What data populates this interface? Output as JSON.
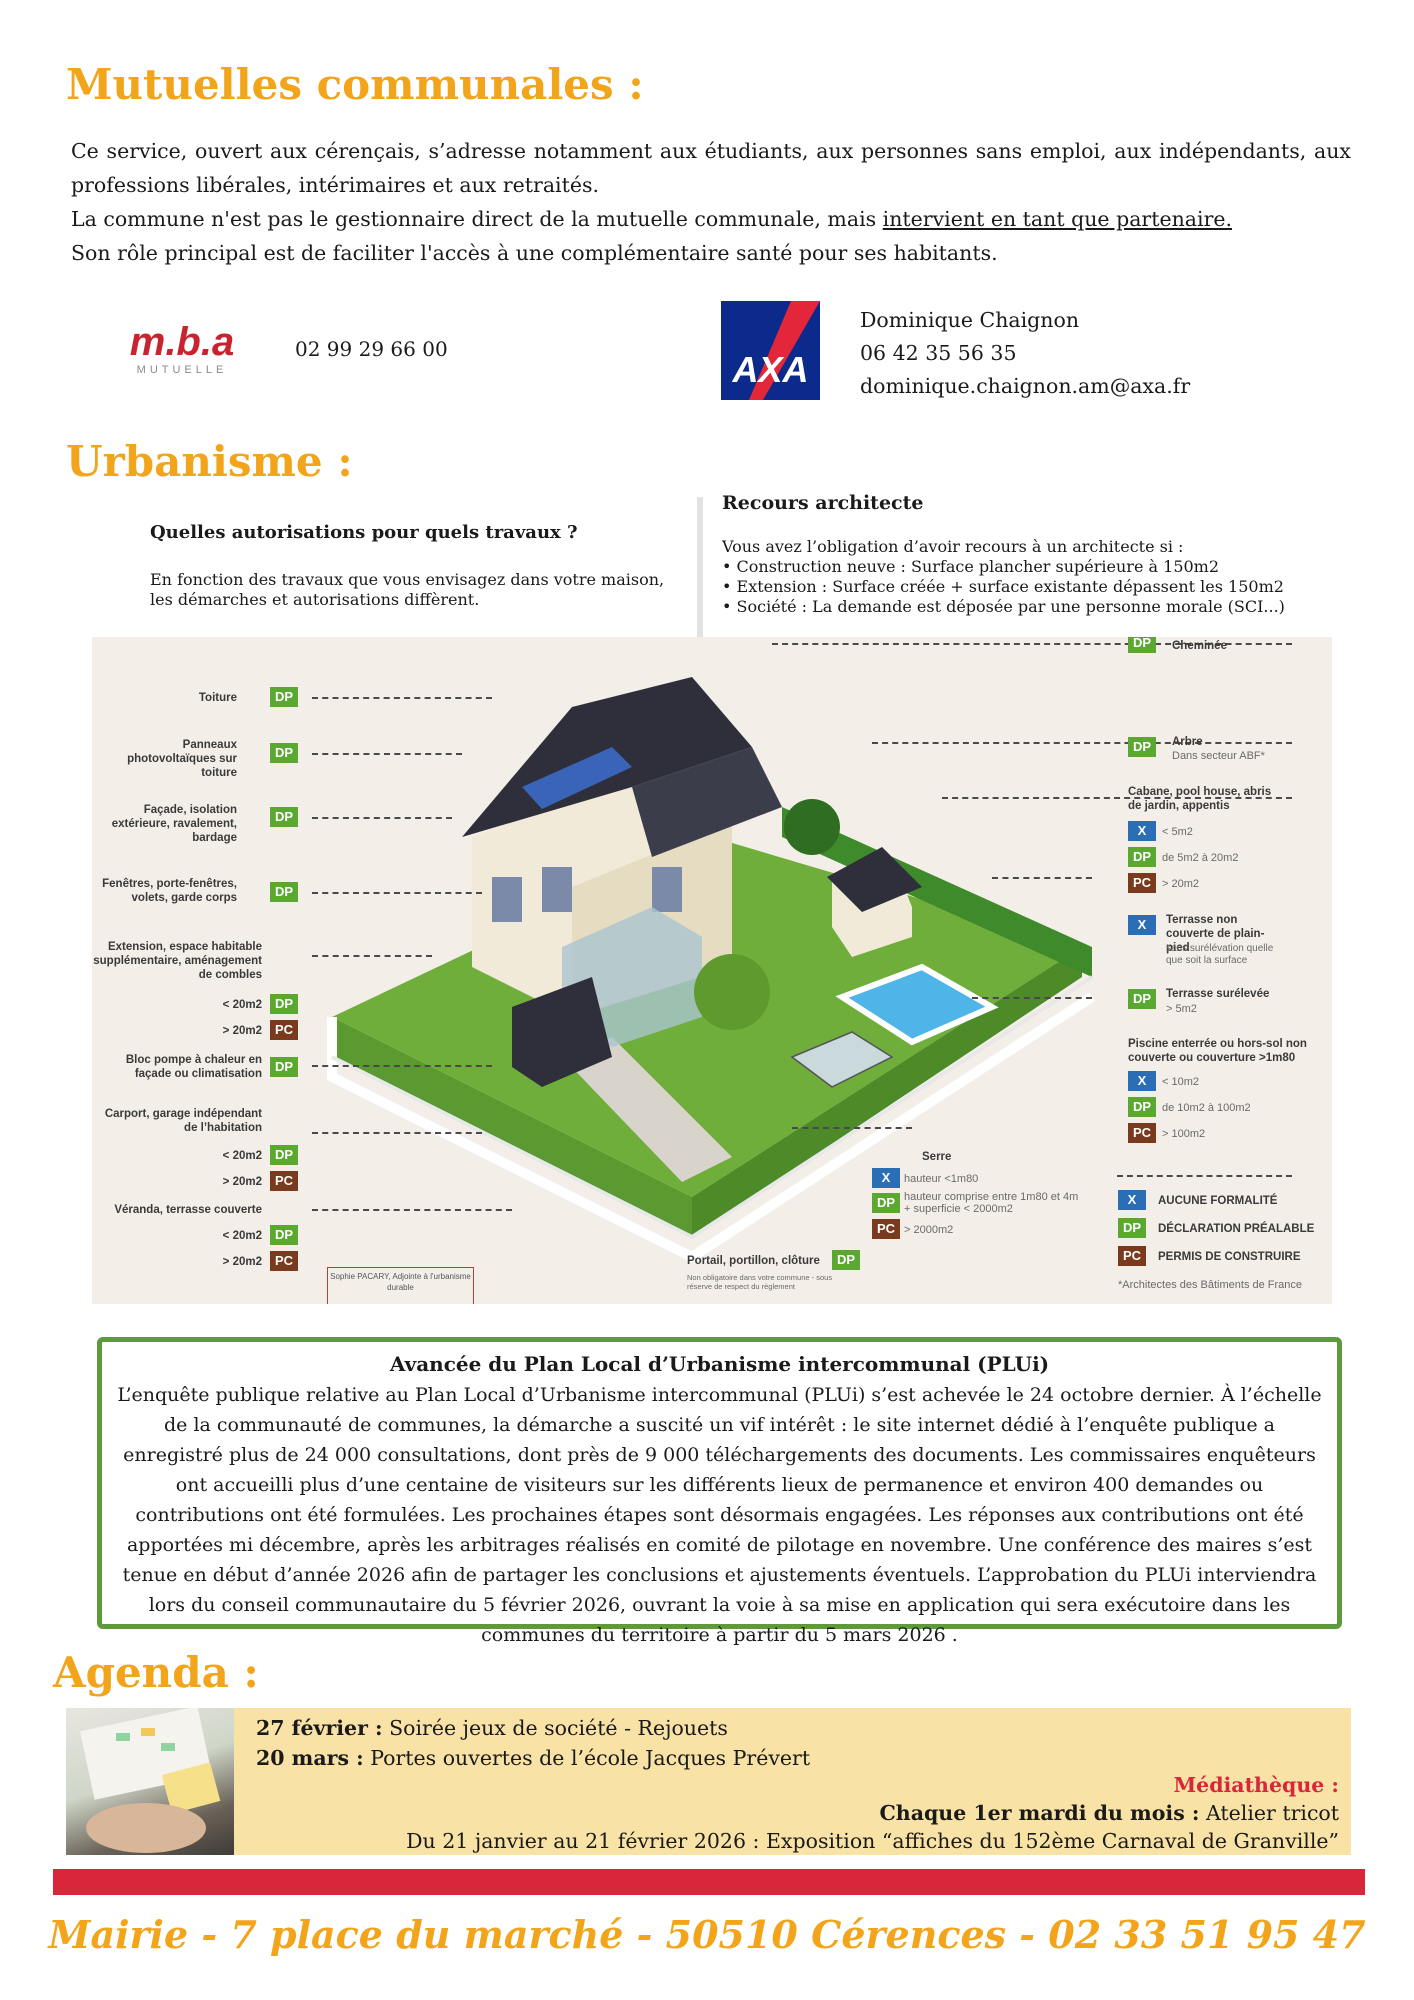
{
  "mutuelles": {
    "title": "Mutuelles communales :",
    "p1": "Ce service, ouvert aux cérençais, s’adresse notamment aux étudiants, aux personnes sans emploi, aux indépendants, aux professions libérales, intérimaires et aux retraités.",
    "p2_a": "La commune n'est pas le gestionnaire direct de la mutuelle communale, mais ",
    "p2_u": "intervient en tant que partenaire.",
    "p3": "Son rôle principal est de faciliter l'accès à une complémentaire santé pour ses habitants.",
    "mba_logo": "m.b.a",
    "mba_sub": "MUTUELLE",
    "mba_phone": "02 99 29 66 00",
    "axa_logo": "AXA",
    "axa_name": "Dominique Chaignon",
    "axa_phone": "06 42 35 56 35",
    "axa_email": "dominique.chaignon.am@axa.fr"
  },
  "urbanisme": {
    "title": "Urbanisme :",
    "left_title": "Quelles autorisations  pour quels travaux ?",
    "left_text": "En fonction des travaux que vous envisagez dans votre maison, les démarches et autorisations diffèrent.",
    "right_title": "Recours architecte",
    "right_intro": "Vous avez l’obligation d’avoir recours à un architecte si :",
    "right_items": [
      "• Construction neuve : Surface plancher supérieure à 150m2",
      "• Extension : Surface créée + surface existante dépassent les 150m2",
      "• Société : La demande est déposée par une personne morale (SCI...)"
    ]
  },
  "illustration": {
    "left_labels": {
      "toiture": "Toiture",
      "panneaux": "Panneaux photovoltaïques sur toiture",
      "facade": "Façade, isolation extérieure, ravalement, bardage",
      "fenetres": "Fenêtres, porte-fenêtres, volets, garde corps",
      "extension": "Extension, espace habitable supplémentaire, aménagement de combles",
      "bloc": "Bloc pompe à chaleur en façade ou climatisation",
      "carport": "Carport, garage indépendant de l’habitation",
      "veranda": "Véranda, terrasse couverte",
      "lt20": "< 20m2",
      "gt20": "> 20m2"
    },
    "right_labels": {
      "cheminee": "Cheminée",
      "arbre": "Arbre",
      "arbre_sub": "Dans secteur ABF*",
      "cabane": "Cabane, pool house, abris de jardin, appentis",
      "cabane_x": "< 5m2",
      "cabane_dp": "de 5m2 à 20m2",
      "cabane_pc": "> 20m2",
      "terrasse": "Terrasse non couverte de plain-pied",
      "terrasse_sub": "sans surélévation quelle que soit la surface",
      "terrasse_sur": "Terrasse surélevée",
      "terrasse_sur_sub": "> 5m2",
      "piscine": "Piscine enterrée ou hors-sol non couverte ou couverture >1m80",
      "piscine_x": "< 10m2",
      "piscine_dp": "de 10m2 à 100m2",
      "piscine_pc": "> 100m2",
      "serre": "Serre",
      "serre_x": "hauteur <1m80",
      "serre_dp": "hauteur comprise entre 1m80 et 4m + superficie < 2000m2",
      "serre_pc": "> 2000m2",
      "portail": "Portail, portillon, clôture",
      "portail_sub": "Non obligatoire dans votre commune - sous réserve de respect du règlement"
    },
    "legend": {
      "x": "AUCUNE FORMALITÉ",
      "dp": "DÉCLARATION PRÉALABLE",
      "pc": "PERMIS DE CONSTRUIRE",
      "note": "*Architectes des Bâtiments de France"
    },
    "badges": {
      "dp": "DP",
      "pc": "PC",
      "x": "X"
    },
    "credit": "Sophie PACARY, Adjointe à l'urbanisme durable"
  },
  "plui": {
    "title": "Avancée du Plan Local d’Urbanisme intercommunal (PLUi)",
    "body": "L’enquête publique relative au Plan Local d’Urbanisme intercommunal (PLUi) s’est achevée le 24 octobre dernier. À l’échelle de la communauté de communes, la démarche a suscité un vif intérêt : le site internet dédié à l’enquête publique a enregistré plus de 24 000 consultations, dont près de 9 000 téléchargements des documents. Les commissaires enquêteurs ont accueilli plus d’une centaine de visiteurs sur les différents lieux de permanence et environ 400 demandes ou contributions ont été formulées. Les prochaines étapes sont désormais engagées. Les réponses aux contributions ont été apportées mi décembre, après les arbitrages réalisés en comité de pilotage en novembre. Une conférence des maires s’est tenue en début d’année 2026 afin de partager les conclusions et ajustements éventuels. L’approbation du PLUi interviendra lors du conseil communautaire du 5 février 2026, ouvrant la voie à sa mise en application qui sera exécutoire dans les communes du territoire à partir du 5 mars 2026 ."
  },
  "agenda": {
    "title": "Agenda :",
    "e1_date": "27 février :",
    "e1_text": " Soirée jeux de société - Rejouets",
    "e2_date": "20 mars :",
    "e2_text": " Portes ouvertes de l’école Jacques Prévert",
    "media_title": "Médiathèque :",
    "m1_date": "Chaque 1er mardi du mois :",
    "m1_text": " Atelier tricot",
    "m2": "Du 21 janvier au 21 février 2026 : Exposition “affiches du 152ème Carnaval de Granville”"
  },
  "footer": {
    "text": "Mairie - 7 place du marché - 50510 Cérences - 02 33 51 95 47"
  },
  "colors": {
    "accent": "#f2a51b",
    "dp": "#5aa832",
    "pc": "#7a3a1e",
    "x": "#2a6fb5",
    "red": "#d9263a",
    "plui_border": "#5e9a3a"
  }
}
